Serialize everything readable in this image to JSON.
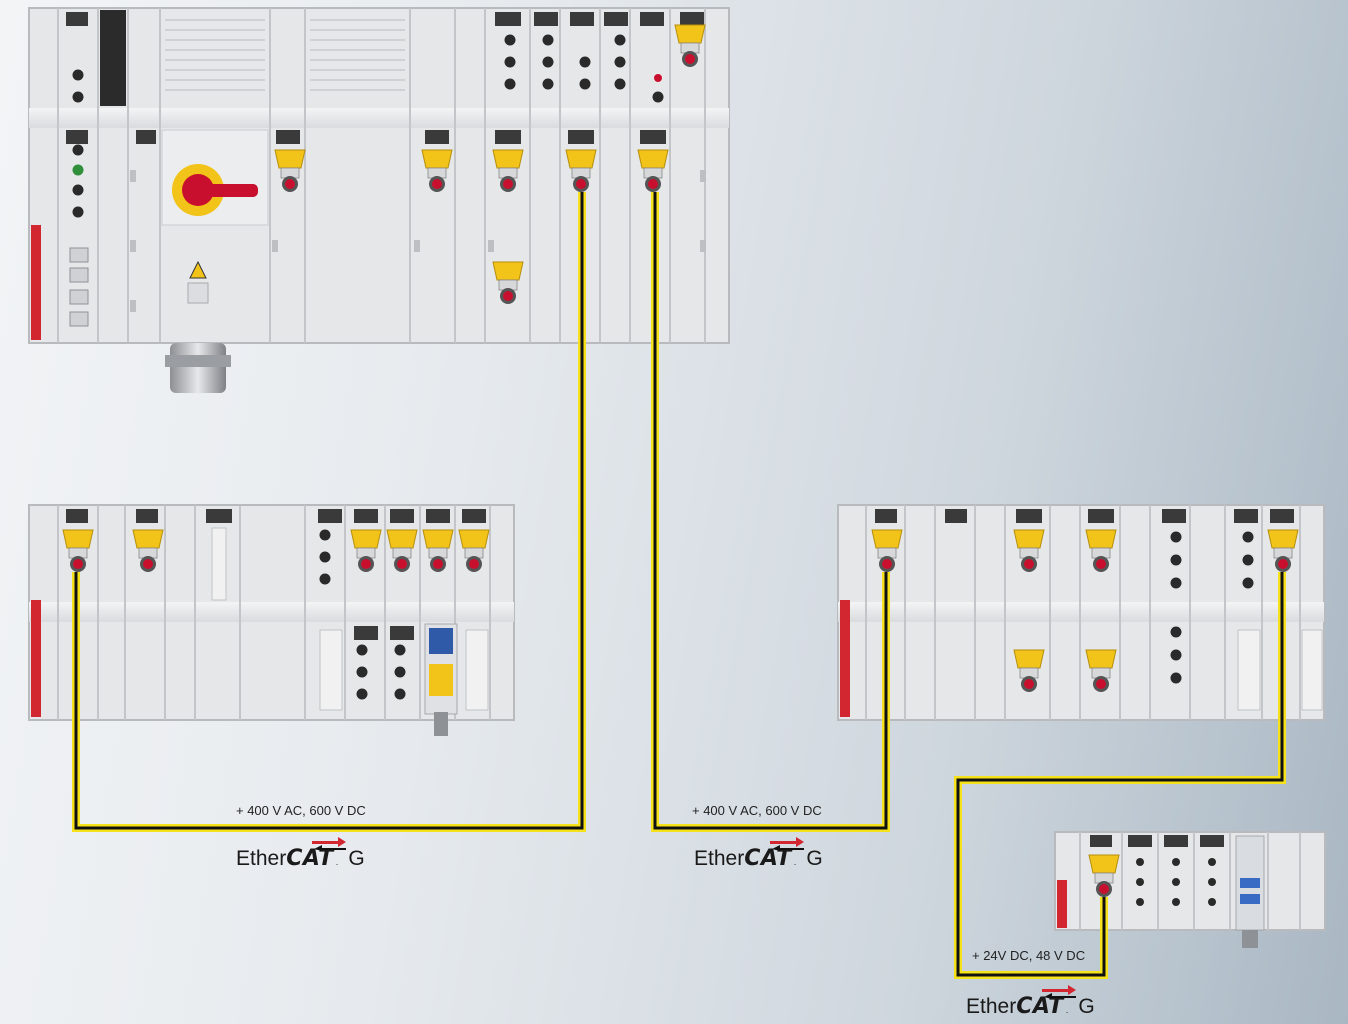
{
  "labels": {
    "cable1": "+ 400 V AC, 600 V DC",
    "cable2": "+ 400 V AC, 600 V DC",
    "cable3": "+ 24V DC, 48 V DC"
  },
  "logos": {
    "ethercat_g": {
      "prefix": "Ether",
      "brand": "CAT",
      "mark": ".",
      "suffix": "G"
    }
  },
  "colors": {
    "cable_yellow": "#f5e21a",
    "cable_core": "#111111",
    "module_body": "#e9eaec",
    "connector_yellow": "#f2c318",
    "connector_red": "#c8102e",
    "accent_red": "#d22630"
  }
}
